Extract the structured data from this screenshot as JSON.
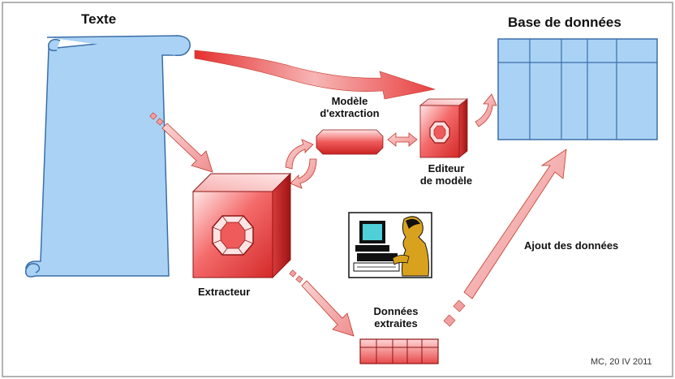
{
  "labels": {
    "texte": "Texte",
    "base_de_donnees": "Base de données",
    "modele_line1": "Modèle",
    "modele_line2": "d'extraction",
    "editeur_line1": "Editeur",
    "editeur_line2": "de modèle",
    "extracteur": "Extracteur",
    "donnees_line1": "Données",
    "donnees_line2": "extraites",
    "ajout": "Ajout des données",
    "credit": "MC, 20 IV 2011"
  },
  "colors": {
    "frame": "#9a9a9a",
    "scroll_fill": "#a9d2f5",
    "scroll_stroke": "#3b6ea8",
    "red_light": "#ffe2e2",
    "red_main": "#f04848",
    "red_dark": "#b81d1d",
    "arrow_pink": "#f0a0a0",
    "arrow_edge": "#c0392b"
  },
  "icons": {
    "scroll": "scroll-document-icon",
    "database": "database-table-icon",
    "extractor": "extractor-cube-icon",
    "editor": "editor-cube-icon",
    "model": "model-bar-icon",
    "user": "computer-user-clipart-icon",
    "extracted": "extracted-data-table-icon"
  }
}
